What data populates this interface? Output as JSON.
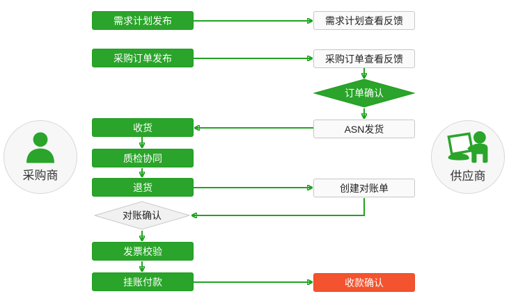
{
  "colors": {
    "process_green": "#2aa42a",
    "arrow_green": "#1fa31f",
    "alert_red": "#f3532e",
    "light_box_bg": "#fafafa",
    "light_box_border": "#c6c6c6",
    "gray_diamond_bg": "#f1f1f1",
    "gray_diamond_border": "#c9c9c9",
    "circle_bg": "#f7f7f7",
    "circle_border": "#d8d8d8"
  },
  "actors": {
    "buyer": {
      "label": "采购商"
    },
    "supplier": {
      "label": "供应商"
    }
  },
  "nodes": {
    "demand_plan_publish": "需求计划发布",
    "demand_plan_feedback": "需求计划查看反馈",
    "po_publish": "采购订单发布",
    "po_feedback": "采购订单查看反馈",
    "order_confirm": "订单确认",
    "asn_ship": "ASN发货",
    "receive_goods": "收货",
    "quality_check": "质检协同",
    "return_goods": "退货",
    "create_statement": "创建对账单",
    "statement_confirm": "对账确认",
    "invoice_verify": "发票校验",
    "payment": "挂账付款",
    "receipt_confirm": "收款确认"
  }
}
